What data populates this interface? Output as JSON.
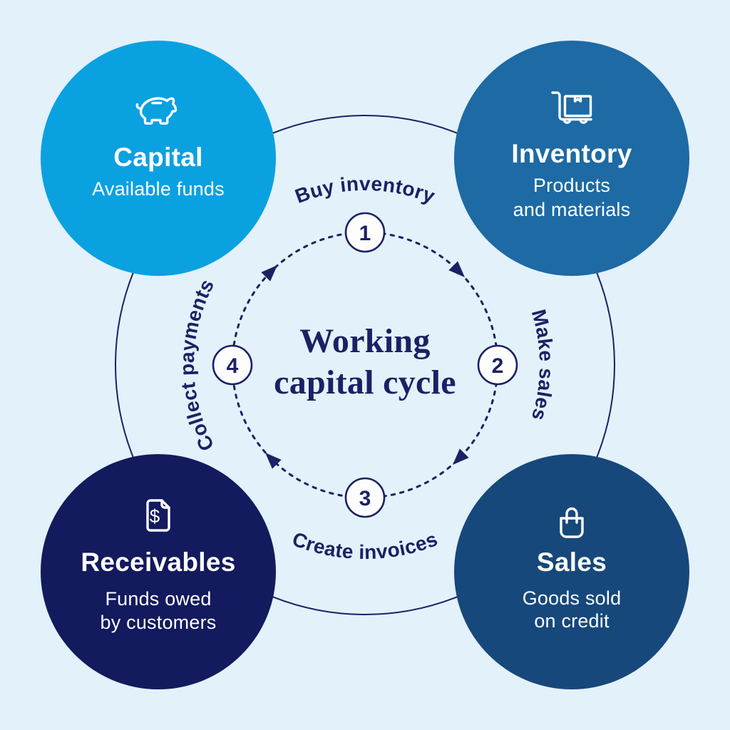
{
  "title": "Working capital cycle diagram",
  "colors": {
    "background": "#e3f1fb",
    "line_navy": "#1b2164",
    "badge_white": "#fdfdfd",
    "text_white": "#ffffff"
  },
  "center": {
    "title_line1": "Working",
    "title_line2": "capital cycle"
  },
  "steps": [
    {
      "number": "1",
      "label": "Buy inventory"
    },
    {
      "number": "2",
      "label": "Make sales"
    },
    {
      "number": "3",
      "label": "Create invoices"
    },
    {
      "number": "4",
      "label": "Collect payments"
    }
  ],
  "nodes": [
    {
      "id": "capital",
      "title": "Capital",
      "subtitle_line1": "Available funds",
      "subtitle_line2": "",
      "color": "#0aa1e1",
      "icon": "piggy-bank-icon"
    },
    {
      "id": "inventory",
      "title": "Inventory",
      "subtitle_line1": "Products",
      "subtitle_line2": "and materials",
      "color": "#1d6aa4",
      "icon": "hand-truck-icon"
    },
    {
      "id": "receivables",
      "title": "Receivables",
      "subtitle_line1": "Funds owed",
      "subtitle_line2": "by customers",
      "color": "#131a5d",
      "icon": "invoice-document-icon",
      "icon_dollar": "$"
    },
    {
      "id": "sales",
      "title": "Sales",
      "subtitle_line1": "Goods sold",
      "subtitle_line2": "on credit",
      "color": "#17487b",
      "icon": "shopping-bag-icon"
    }
  ]
}
